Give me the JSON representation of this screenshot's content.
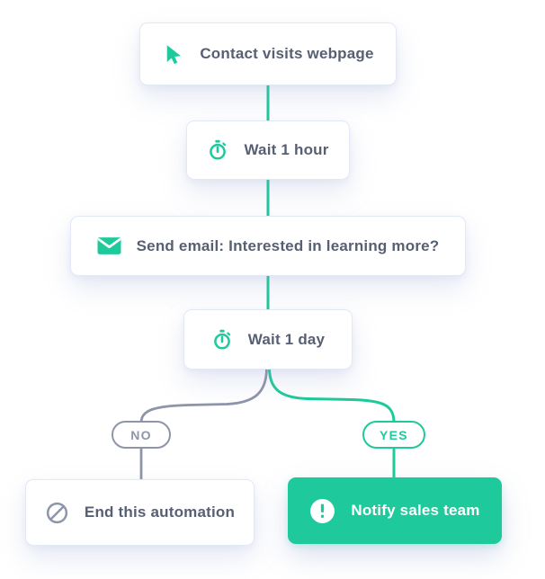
{
  "diagram": {
    "title_hint": "marketing automation flow",
    "nodes": [
      {
        "id": "trigger",
        "label": "Contact visits webpage",
        "icon": "cursor-icon"
      },
      {
        "id": "wait-1-hour",
        "label": "Wait 1 hour",
        "icon": "stopwatch-icon"
      },
      {
        "id": "send-email",
        "label": "Send email: Interested in learning more?",
        "icon": "envelope-icon"
      },
      {
        "id": "wait-1-day",
        "label": "Wait 1 day",
        "icon": "stopwatch-icon"
      },
      {
        "id": "end-automation",
        "label": "End this automation",
        "icon": "no-entry-icon"
      },
      {
        "id": "notify-sales",
        "label": "Notify sales team",
        "icon": "exclamation-icon"
      }
    ],
    "branch_labels": {
      "no": "NO",
      "yes": "YES"
    }
  },
  "colors": {
    "accent_green": "#1ec99b",
    "branch_gray": "#8e95a9",
    "text_slate": "#575f72",
    "box_border": "#e2e8f6",
    "box_bg": "#ffffff",
    "notify_bg": "#1ec99b",
    "notify_text": "#ffffff",
    "page_bg": "#ffffff"
  }
}
